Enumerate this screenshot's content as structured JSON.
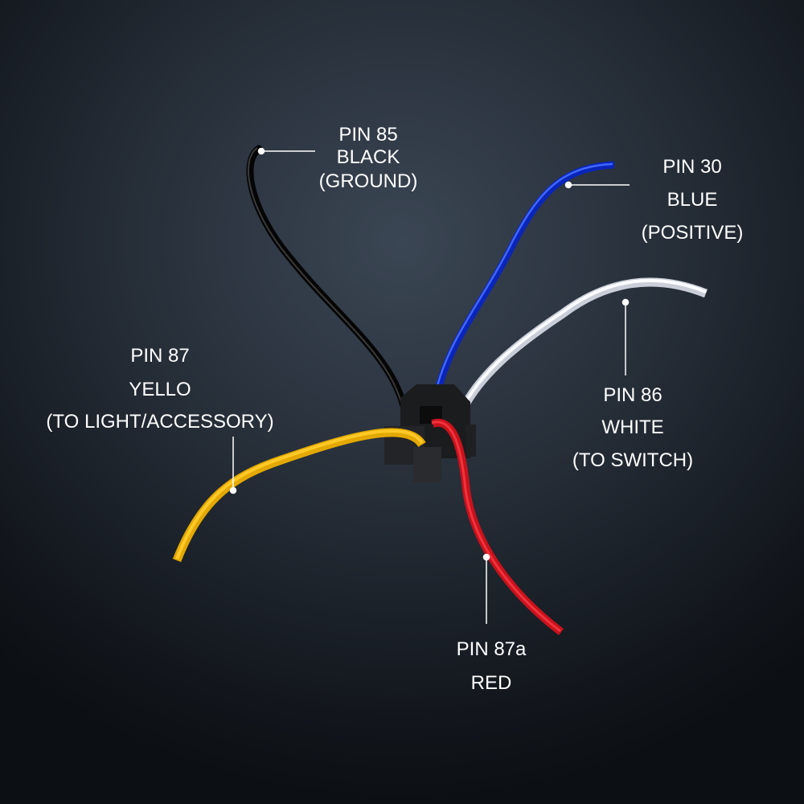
{
  "labels": {
    "pin85": {
      "pin": "PIN 85",
      "color": "BLACK",
      "role": "(GROUND)",
      "wire_hex": "#1a1a1a"
    },
    "pin30": {
      "pin": "PIN 30",
      "color": "BLUE",
      "role": "(POSITIVE)",
      "wire_hex": "#0b2fd6"
    },
    "pin86": {
      "pin": "PIN 86",
      "color": "WHITE",
      "role": "(TO SWITCH)",
      "wire_hex": "#e8ecf2"
    },
    "pin87": {
      "pin": "PIN 87",
      "color": "YELLO",
      "role": "(TO LIGHT/ACCESSORY)",
      "wire_hex": "#f2b705"
    },
    "pin87a": {
      "pin": "PIN 87a",
      "color": "RED",
      "wire_hex": "#e0212b"
    }
  }
}
